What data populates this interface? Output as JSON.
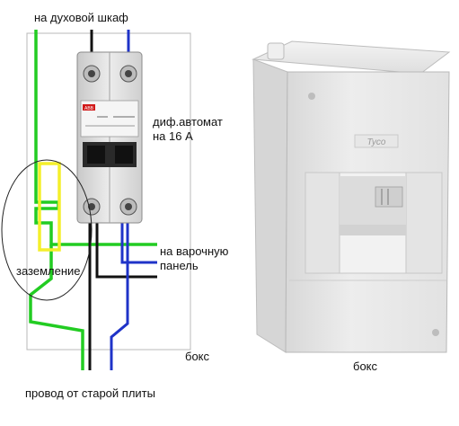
{
  "labels": {
    "top": "на духовой шкаф",
    "breaker_line1": "диф.автомат",
    "breaker_line2": "на 16 А",
    "hob_line1": "на варочную",
    "hob_line2": "панель",
    "ground": "заземление",
    "box_left": "бокс",
    "box_right": "бокс",
    "bottom": "провод от старой плиты",
    "brand_device": "ABB",
    "brand_box": "Tyco"
  },
  "colors": {
    "ground_wire": "#22cc22",
    "ground_highlight": "#f4ef2a",
    "phase_wire": "#111111",
    "neutral_wire": "#1f33c8",
    "breaker_body": "#d9d9d9",
    "box_body": "#e9e9e9"
  }
}
